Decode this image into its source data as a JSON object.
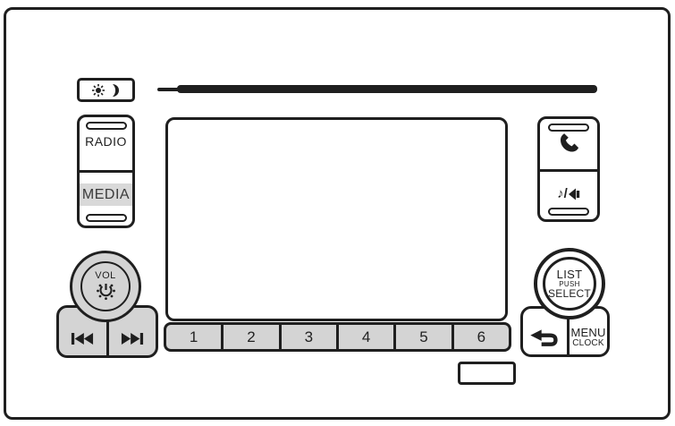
{
  "device": "car audio head unit faceplate",
  "colors": {
    "outline": "#1f1f1f",
    "button_fill": "#d4d4d4",
    "media_highlight": "#d9d9d9",
    "background": "#ffffff"
  },
  "left_panel": {
    "brightness_button": {
      "icon": "sun-moon-icon"
    },
    "radio_button": {
      "label": "RADIO"
    },
    "media_button": {
      "label": "MEDIA",
      "highlighted": true
    },
    "volume_knob": {
      "label": "VOL",
      "icon": "power-illumination-icon"
    },
    "skip_back_button": {
      "icon": "skip-previous-icon"
    },
    "skip_forward_button": {
      "icon": "skip-next-icon"
    }
  },
  "display": {
    "screen_content": ""
  },
  "presets": {
    "buttons": [
      "1",
      "2",
      "3",
      "4",
      "5",
      "6"
    ]
  },
  "right_panel": {
    "phone_button": {
      "icon": "phone-icon"
    },
    "audio_button": {
      "label": "♪/",
      "icon": "speaker-icon"
    },
    "selector_knob": {
      "line1": "LIST",
      "line2": "PUSH",
      "line3": "SELECT"
    },
    "back_button": {
      "icon": "back-arrow-icon"
    },
    "menu_clock_button": {
      "line1": "MENU",
      "line2": "CLOCK"
    }
  }
}
